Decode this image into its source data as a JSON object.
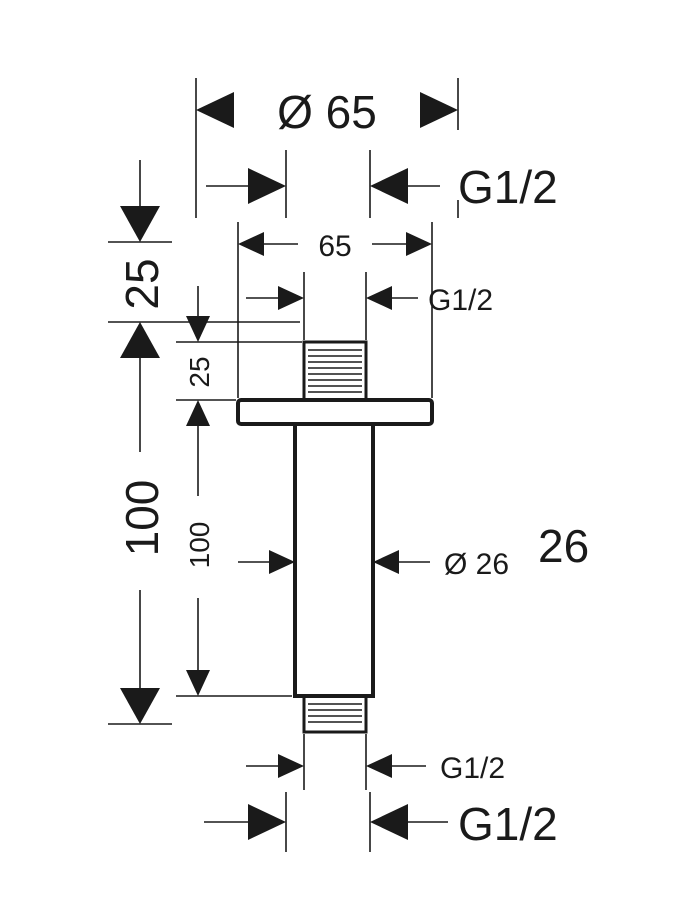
{
  "dimensions": {
    "large": {
      "flange_diameter": "Ø 65",
      "top_thread": "G1/2",
      "thread_height": "25",
      "arm_length": "100",
      "bottom_thread": "G1/2"
    },
    "small": {
      "flange_width": "65",
      "top_thread": "G1/2",
      "thread_height": "25",
      "arm_length": "100",
      "tube_diameter": "Ø 26",
      "bottom_thread": "G1/2"
    },
    "overlay_value": "26"
  }
}
